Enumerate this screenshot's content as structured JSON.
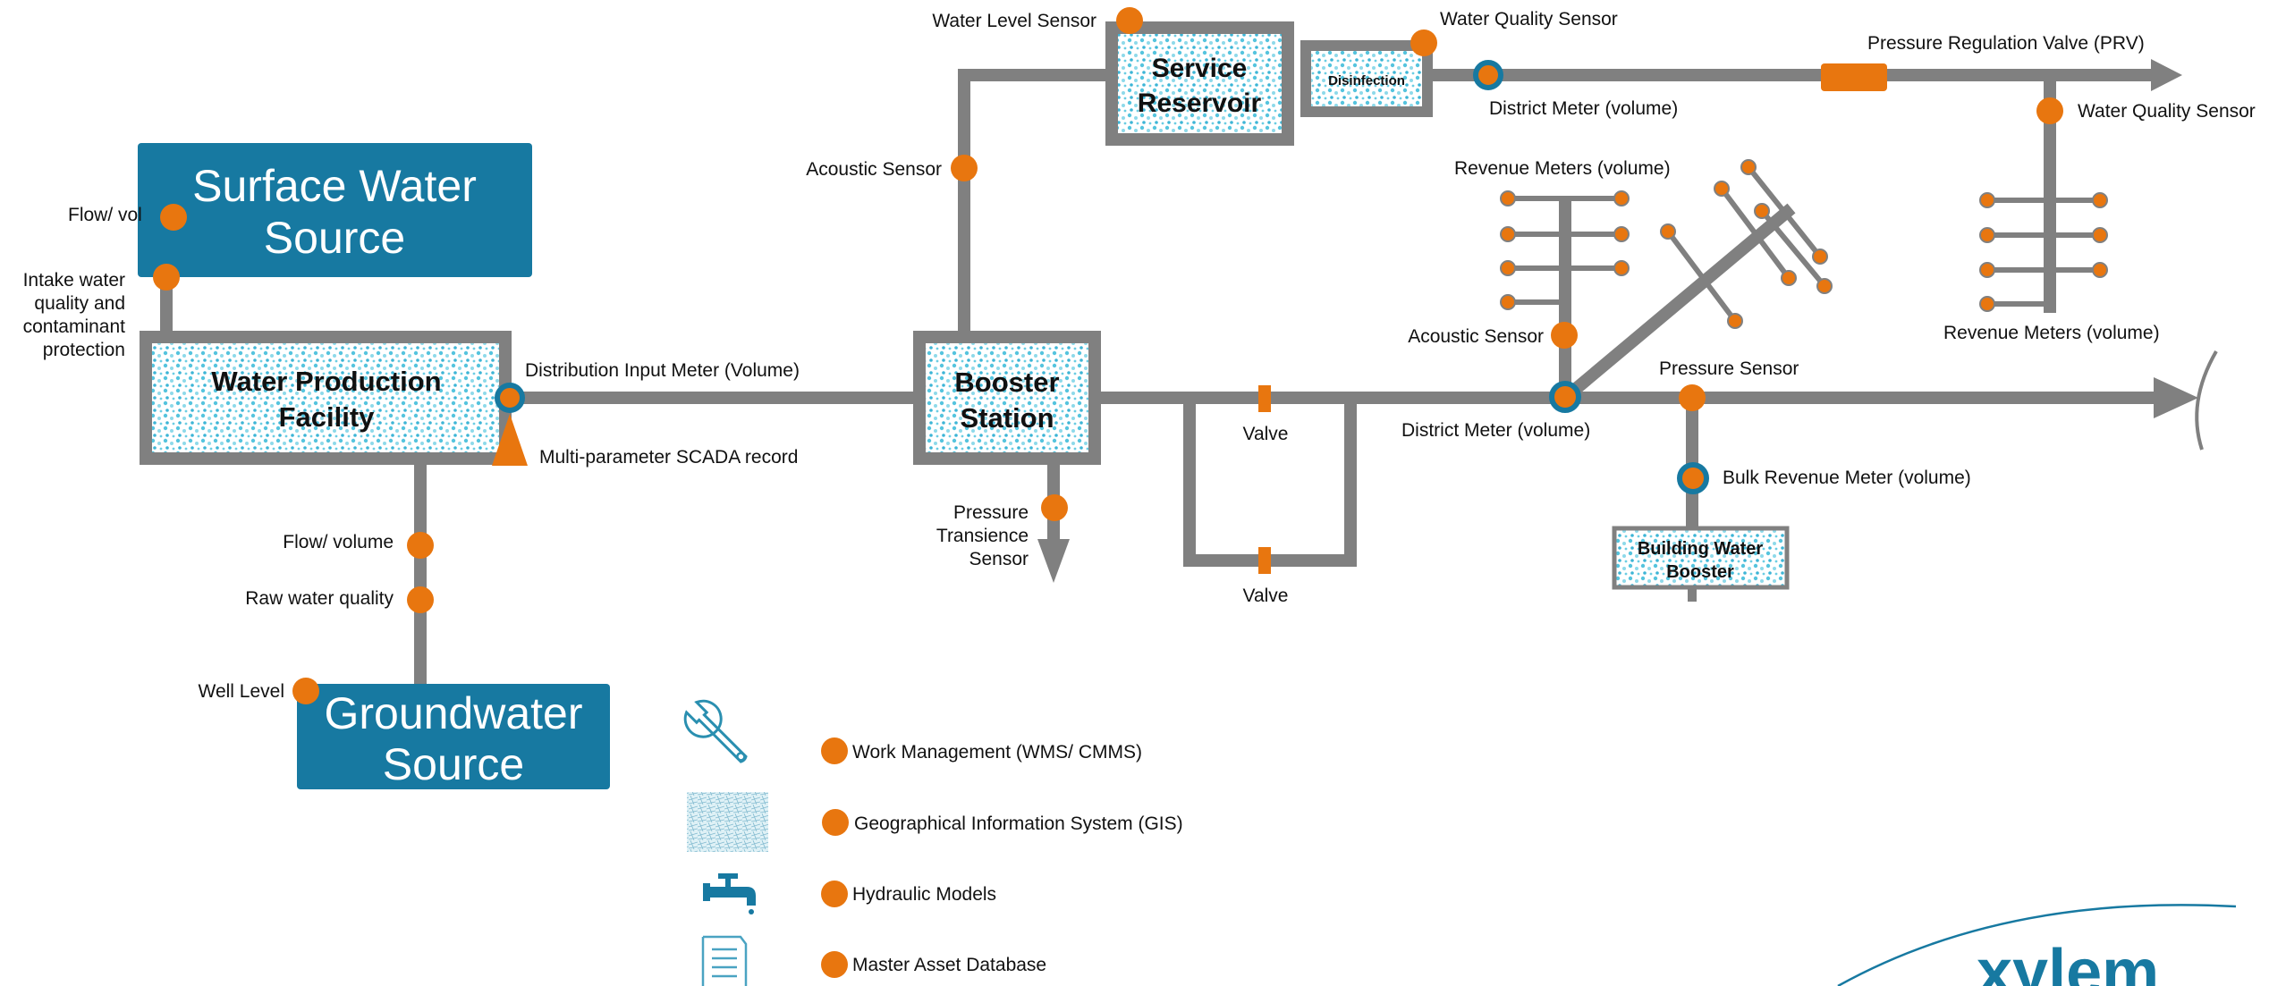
{
  "nodes": {
    "surface_water": [
      "Surface Water",
      "Source"
    ],
    "groundwater": [
      "Groundwater",
      "Source"
    ],
    "production": [
      "Water Production",
      "Facility"
    ],
    "booster": [
      "Booster",
      "Station"
    ],
    "reservoir": [
      "Service",
      "Reservoir"
    ],
    "disinfection": "Disinfection",
    "building_booster": [
      "Building Water",
      "Booster"
    ]
  },
  "labels": {
    "flow_vol": "Flow/ vol",
    "intake": [
      "Intake water",
      "quality and",
      "contaminant",
      "protection"
    ],
    "distribution_input_meter": "Distribution Input Meter (Volume)",
    "scada": "Multi-parameter SCADA record",
    "flow_volume": "Flow/ volume",
    "raw_water_quality": "Raw water quality",
    "well_level": "Well Level",
    "water_level_sensor": "Water Level Sensor",
    "acoustic_sensor_top": "Acoustic Sensor",
    "water_quality_sensor_top": "Water Quality Sensor",
    "district_meter_top": "District Meter (volume)",
    "prv": "Pressure Regulation Valve (PRV)",
    "water_quality_sensor_right": "Water Quality Sensor",
    "revenue_meters_mid": "Revenue Meters (volume)",
    "revenue_meters_right": "Revenue Meters (volume)",
    "acoustic_sensor_mid": "Acoustic Sensor",
    "pressure_sensor": "Pressure Sensor",
    "district_meter_mid": "District Meter (volume)",
    "valve_top": "Valve",
    "valve_bottom": "Valve",
    "bulk_revenue_meter": "Bulk Revenue Meter (volume)",
    "pressure_transience": [
      "Pressure",
      "Transience",
      "Sensor"
    ]
  },
  "legend": [
    {
      "icon": "wrench-icon",
      "label": "Work Management (WMS/ CMMS)"
    },
    {
      "icon": "map-icon",
      "label": "Geographical Information System (GIS)"
    },
    {
      "icon": "faucet-icon",
      "label": "Hydraulic Models"
    },
    {
      "icon": "document-icon",
      "label": "Master Asset Database"
    }
  ],
  "logo": "xylem",
  "colors": {
    "pipe": "#808080",
    "sensor": "#E8760F",
    "source_box": "#1779A1",
    "meter_ring": "#1779A1",
    "node_fill": "#7FD3E6",
    "text": "#111111"
  }
}
